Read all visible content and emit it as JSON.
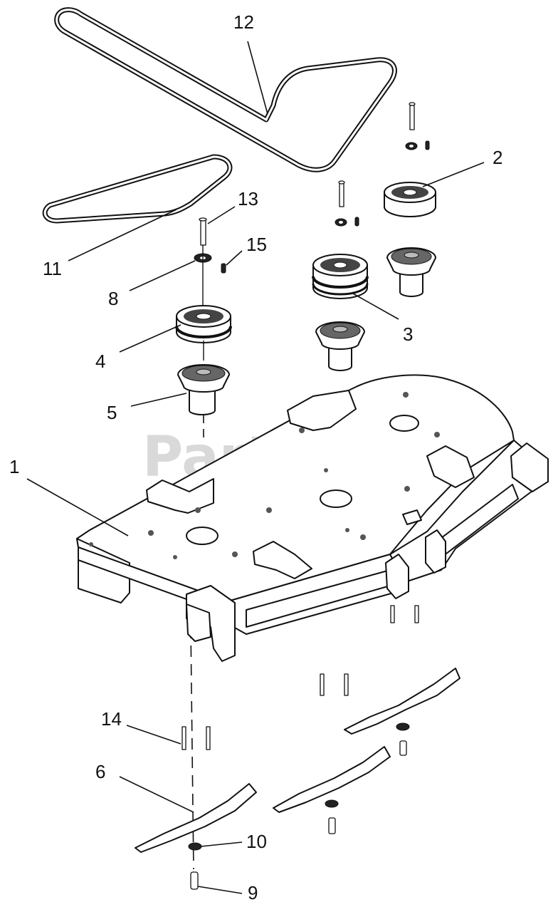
{
  "watermark": "PartsTree",
  "callouts": [
    {
      "id": "1",
      "label": "1"
    },
    {
      "id": "2",
      "label": "2"
    },
    {
      "id": "3",
      "label": "3"
    },
    {
      "id": "4",
      "label": "4"
    },
    {
      "id": "5",
      "label": "5"
    },
    {
      "id": "6",
      "label": "6"
    },
    {
      "id": "8",
      "label": "8"
    },
    {
      "id": "9",
      "label": "9"
    },
    {
      "id": "10",
      "label": "10"
    },
    {
      "id": "11",
      "label": "11"
    },
    {
      "id": "12",
      "label": "12"
    },
    {
      "id": "13",
      "label": "13"
    },
    {
      "id": "14",
      "label": "14"
    },
    {
      "id": "15",
      "label": "15"
    }
  ]
}
